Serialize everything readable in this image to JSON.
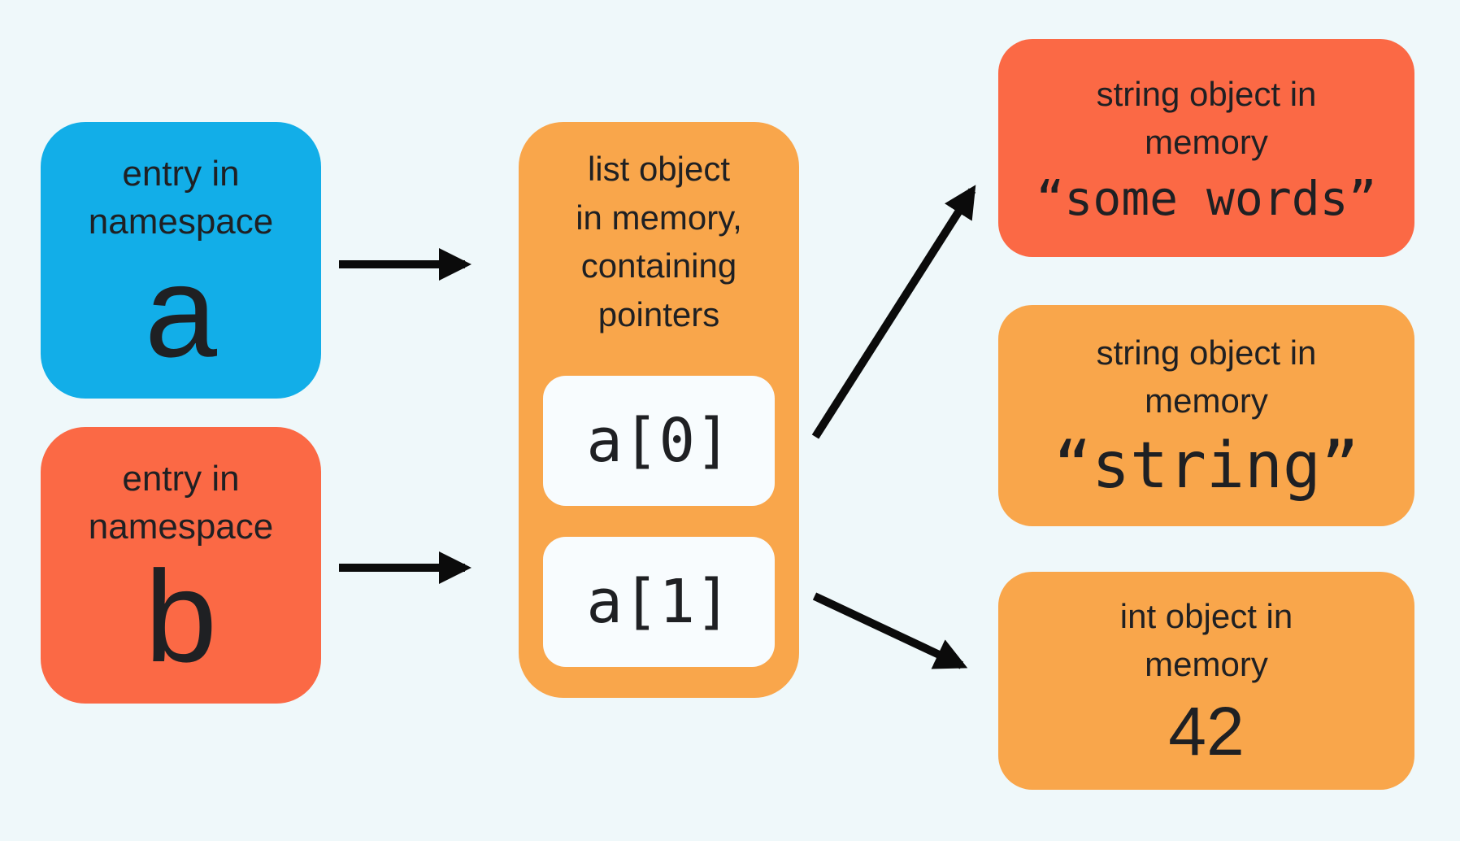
{
  "colors": {
    "background": "#EFF8FA",
    "blue": "#12AEE8",
    "red": "#FB6945",
    "orange": "#F9A64B",
    "cell_bg": "#F8FCFE",
    "text": "#1F2023",
    "arrow": "#0B0B0B"
  },
  "nodes": {
    "entry_a": {
      "lines": [
        "entry in",
        "namespace"
      ],
      "name": "a"
    },
    "entry_b": {
      "lines": [
        "entry in",
        "namespace"
      ],
      "name": "b"
    },
    "list": {
      "lines": [
        "list object",
        "in memory,",
        "containing",
        "pointers"
      ],
      "cells": [
        "a[0]",
        "a[1]"
      ]
    },
    "obj_some_words": {
      "lines": [
        "string object in",
        "memory"
      ],
      "value": "“some words”"
    },
    "obj_string": {
      "lines": [
        "string object in",
        "memory"
      ],
      "value": "“string”"
    },
    "obj_int": {
      "lines": [
        "int object in",
        "memory"
      ],
      "value": "42"
    }
  },
  "edges": [
    {
      "from": "entry_a",
      "to": "list"
    },
    {
      "from": "entry_b",
      "to": "list"
    },
    {
      "from": "list_cell_a0",
      "to": "obj_some_words"
    },
    {
      "from": "list_cell_a1",
      "to": "obj_int"
    }
  ]
}
